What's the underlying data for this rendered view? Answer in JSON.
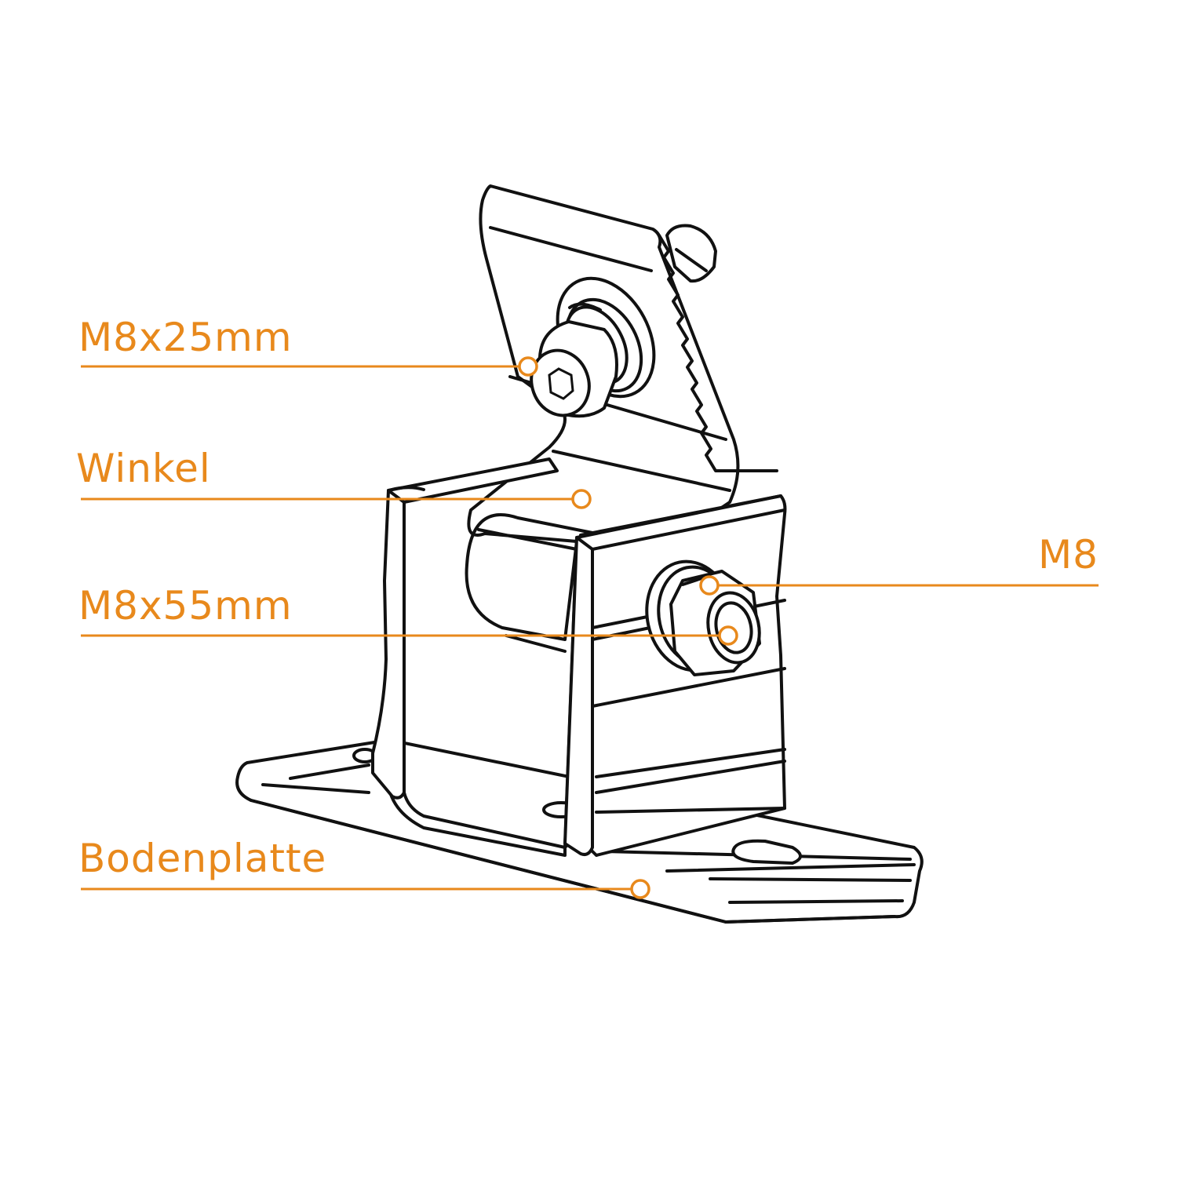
{
  "callouts": {
    "bolt_short": "M8x25mm",
    "angle": "Winkel",
    "bolt_long": "M8x55mm",
    "base_plate": "Bodenplatte",
    "nut": "M8"
  },
  "colors": {
    "accent": "#E8891C",
    "outline": "#111111",
    "background": "#ffffff"
  }
}
